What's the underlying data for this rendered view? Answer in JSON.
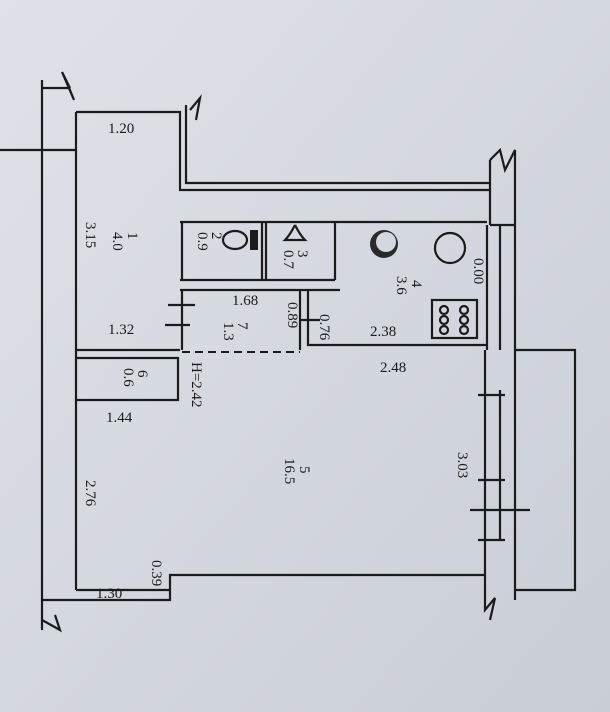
{
  "rooms": [
    {
      "number": "1",
      "area": "4.0"
    },
    {
      "number": "2",
      "area": "0.9"
    },
    {
      "number": "3",
      "area": "0.7"
    },
    {
      "number": "4",
      "area": "3.6"
    },
    {
      "number": "5",
      "area": "16.5"
    },
    {
      "number": "6",
      "area": "0.6"
    },
    {
      "number": "7",
      "area": "1.3"
    }
  ],
  "dimensions": {
    "d120": "1.20",
    "d315": "3.15",
    "d168": "1.68",
    "d089": "0.89",
    "d076": "0.76",
    "d238": "2.38",
    "d000": "0.00",
    "d132": "1.32",
    "d248": "2.48",
    "d144": "1.44",
    "d303": "3.03",
    "d276": "2.76",
    "d039": "0.39",
    "d130": "1.30"
  },
  "ceiling_height": "H=2.42"
}
